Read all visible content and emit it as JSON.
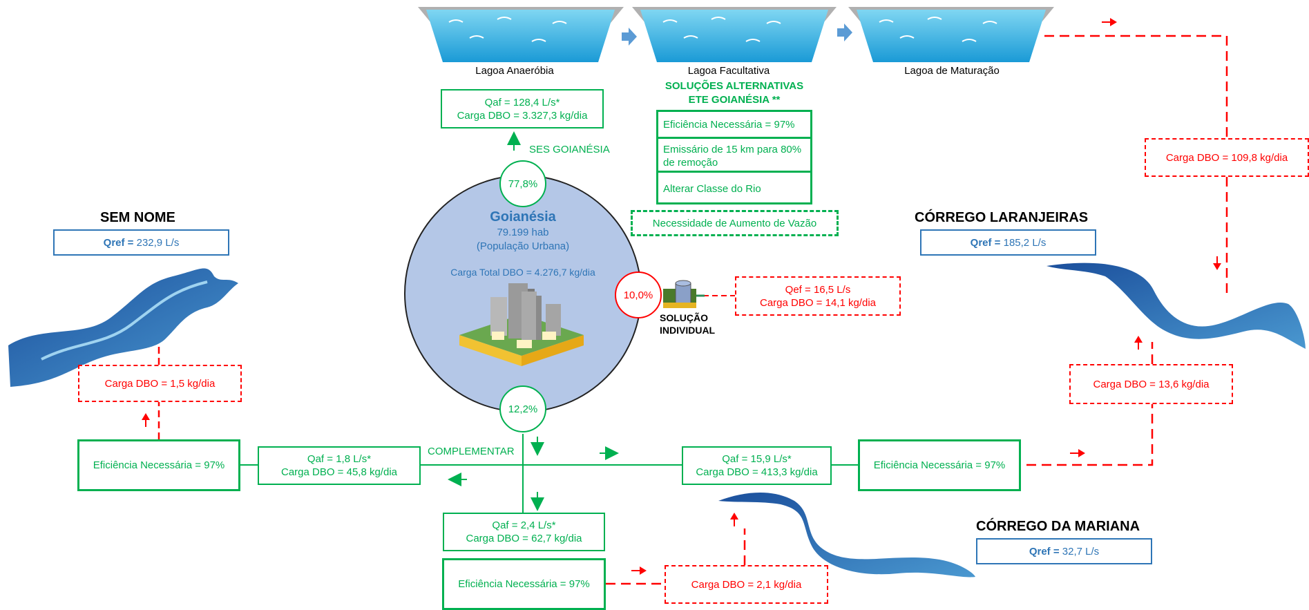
{
  "ponds": [
    {
      "label": "Lagoa Anaeróbia"
    },
    {
      "label": "Lagoa Facultativa"
    },
    {
      "label": "Lagoa de Maturação"
    }
  ],
  "city": {
    "name": "Goianésia",
    "population": "79.199 hab",
    "population_note": "(População Urbana)",
    "total_load": "Carga Total DBO = 4.276,7 kg/dia"
  },
  "shares": {
    "ses": "77,8%",
    "individual": "10,0%",
    "complementar": "12,2%"
  },
  "labels": {
    "ses": "SES GOIANÉSIA",
    "complementar": "COMPLEMENTAR",
    "solucao_individual_1": "SOLUÇÃO",
    "solucao_individual_2": "INDIVIDUAL"
  },
  "ses_box": {
    "line1": "Qaf = 128,4 L/s*",
    "line2": "Carga DBO = 3.327,3 kg/dia"
  },
  "alternatives": {
    "title1": "SOLUÇÕES ALTERNATIVAS",
    "title2": "ETE GOIANÉSIA **",
    "items": [
      "Eficiência Necessária = 97%",
      "Emissário de 15 km para 80% de remoção",
      "Alterar Classe do Rio"
    ],
    "flow_increase": "Necessidade de Aumento de Vazão"
  },
  "individual_box": {
    "line1": "Qef = 16,5 L/s",
    "line2": "Carga DBO = 14,1 kg/dia"
  },
  "rivers": {
    "sem_nome": {
      "title": "SEM NOME",
      "qref_label": "Qref =",
      "qref_value": "232,9 L/s"
    },
    "laranjeiras": {
      "title": "CÓRREGO LARANJEIRAS",
      "qref_label": "Qref =",
      "qref_value": "185,2 L/s"
    },
    "mariana": {
      "title": "CÓRREGO DA MARIANA",
      "qref_label": "Qref =",
      "qref_value": "32,7 L/s"
    }
  },
  "loads": {
    "maturacao": "Carga DBO = 109,8 kg/dia",
    "sem_nome": "Carga DBO = 1,5 kg/dia",
    "laranjeiras": "Carga DBO = 13,6 kg/dia",
    "mariana": "Carga DBO = 2,1 kg/dia"
  },
  "efficiency": {
    "sem_nome": "Eficiência Necessária  = 97%",
    "laranjeiras": "Eficiência Necessária  = 97%",
    "mariana": "Eficiência Necessária  = 97%"
  },
  "complementar_boxes": {
    "left": {
      "line1": "Qaf = 1,8 L/s*",
      "line2": "Carga DBO = 45,8 kg/dia"
    },
    "right": {
      "line1": "Qaf = 15,9 L/s*",
      "line2": "Carga DBO = 413,3 kg/dia"
    },
    "bottom": {
      "line1": "Qaf = 2,4 L/s*",
      "line2": "Carga DBO = 62,7 kg/dia"
    }
  },
  "colors": {
    "green": "#00b050",
    "red": "#ff0000",
    "blue": "#2e75b6",
    "city_fill": "#b4c7e7",
    "water": "#2f6fb5"
  }
}
